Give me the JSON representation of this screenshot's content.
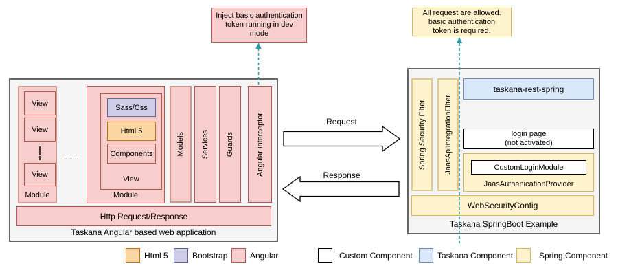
{
  "notes": {
    "left": {
      "lines": [
        "Inject basic authentication",
        "token running in dev",
        "mode"
      ]
    },
    "right": {
      "lines": [
        "All request are allowed.",
        "basic authentication",
        "token is required."
      ]
    }
  },
  "angular_app": {
    "title": "Taskana Angular based web application",
    "module1": {
      "label": "Module",
      "views": [
        "View",
        "View",
        "View"
      ]
    },
    "ellipsis": "- - -",
    "module2": {
      "label": "Module",
      "view_label": "View",
      "sass_css": "Sass/Css",
      "html5": "Html 5",
      "components": "Components"
    },
    "bars": [
      "Models",
      "Services",
      "Guards",
      "Angular interceptor"
    ],
    "http_bar": "Http Request/Response"
  },
  "springboot_app": {
    "title": "Taskana SpringBoot Example",
    "filters": [
      "Spring Security Filter",
      "JaasApiIntegrationFilter"
    ],
    "taskana_rest": "taskana-rest-spring",
    "login_page": {
      "lines": [
        "login page",
        "(not activated)"
      ]
    },
    "jaas_provider": {
      "label": "JaasAuthenicationProvider",
      "custom_login": "CustomLoginModule"
    },
    "web_security": "WebSecurityConfig"
  },
  "arrows": {
    "request": "Request",
    "response": "Response"
  },
  "legend": [
    {
      "label": "Html 5",
      "fill": "#fbd5a2",
      "border": "#c2700d"
    },
    {
      "label": "Bootstrap",
      "fill": "#cdcde8",
      "border": "#61619a"
    },
    {
      "label": "Angular",
      "fill": "#f8cecc",
      "border": "#b85450"
    },
    {
      "label": "Custom Component",
      "fill": "#ffffff",
      "border": "#000000"
    },
    {
      "label": "Taskana Component",
      "fill": "#dae8fc",
      "border": "#6c8ebf"
    },
    {
      "label": "Spring Component",
      "fill": "#fff2cc",
      "border": "#d6b656"
    }
  ],
  "colors": {
    "angular_fill": "#f8cecc",
    "angular_border": "#b85450",
    "spring_fill": "#fff2cc",
    "spring_border": "#d6b656",
    "taskana_fill": "#dae8fc",
    "taskana_border": "#6c8ebf",
    "html5_fill": "#fbd5a2",
    "html5_border": "#c2700d",
    "bootstrap_fill": "#cdcde8",
    "bootstrap_border": "#61619a",
    "container_fill": "#f5f5f5",
    "container_border": "#666666",
    "dashed_arrow": "#2d9aa5"
  }
}
